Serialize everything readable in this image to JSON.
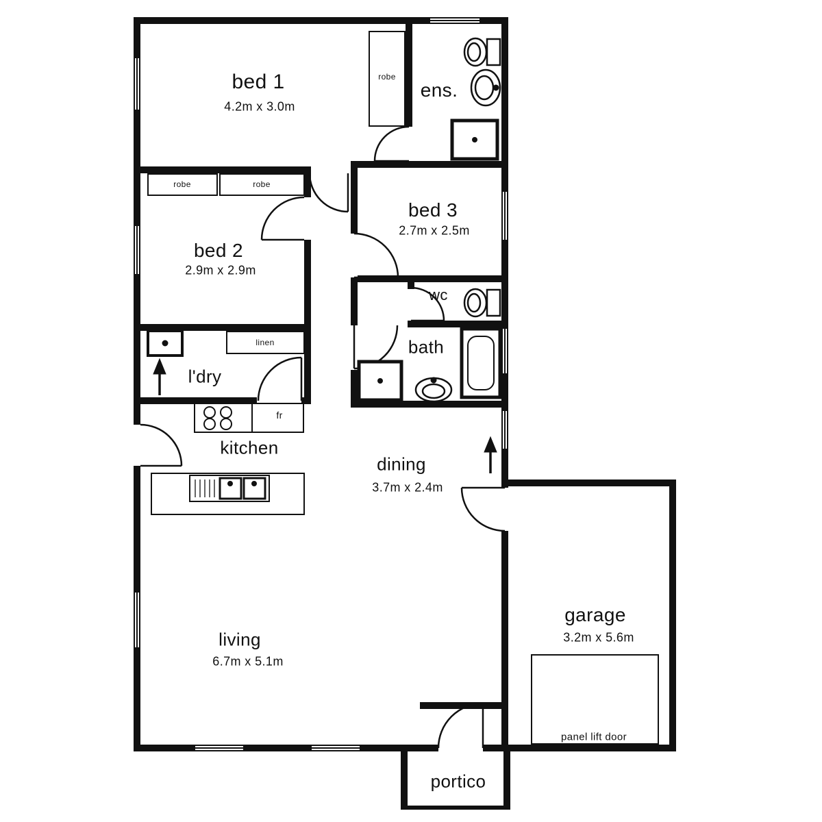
{
  "rooms": {
    "bed1": {
      "name": "bed 1",
      "dims": "4.2m x 3.0m"
    },
    "bed2": {
      "name": "bed 2",
      "dims": "2.9m x 2.9m"
    },
    "bed3": {
      "name": "bed 3",
      "dims": "2.7m x 2.5m"
    },
    "ens": {
      "name": "ens."
    },
    "wc": {
      "name": "wc"
    },
    "bath": {
      "name": "bath"
    },
    "ldry": {
      "name": "l'dry"
    },
    "kitchen": {
      "name": "kitchen"
    },
    "dining": {
      "name": "dining",
      "dims": "3.7m x 2.4m"
    },
    "living": {
      "name": "living",
      "dims": "6.7m x 5.1m"
    },
    "garage": {
      "name": "garage",
      "dims": "3.2m x 5.6m"
    },
    "portico": {
      "name": "portico"
    }
  },
  "storage": {
    "robe_master": "robe",
    "robe_left": "robe",
    "robe_right": "robe",
    "linen": "linen",
    "fridge": "fr"
  },
  "annotations": {
    "panel_lift_door": "panel lift door"
  },
  "colors": {
    "wall": "#111111",
    "floor": "#ffffff",
    "text": "#111111"
  }
}
